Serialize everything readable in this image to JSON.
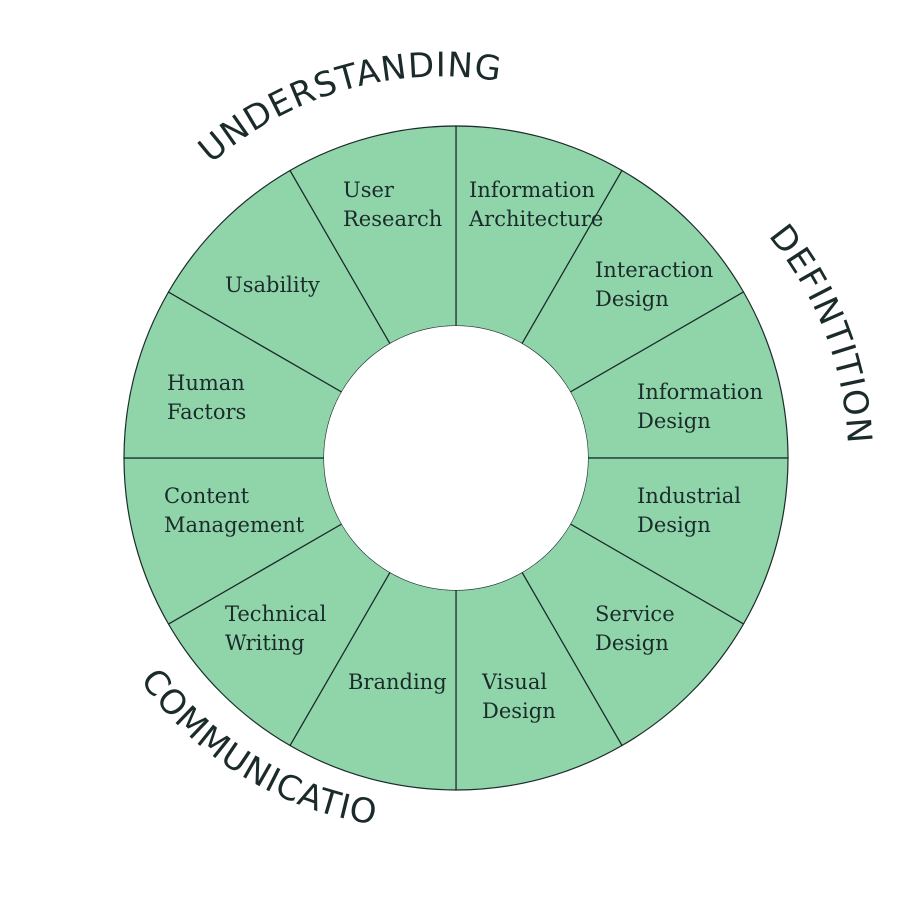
{
  "diagram": {
    "fill_color": "#90d5a9",
    "line_color": "#1b2b2b",
    "segments": [
      {
        "lines": [
          "Information",
          "Architecture"
        ]
      },
      {
        "lines": [
          "Interaction",
          "Design"
        ]
      },
      {
        "lines": [
          "Information",
          "Design"
        ]
      },
      {
        "lines": [
          "Industrial",
          "Design"
        ]
      },
      {
        "lines": [
          "Service",
          "Design"
        ]
      },
      {
        "lines": [
          "Visual",
          "Design"
        ]
      },
      {
        "lines": [
          "Branding"
        ]
      },
      {
        "lines": [
          "Technical",
          "Writing"
        ]
      },
      {
        "lines": [
          "Content",
          "Management"
        ]
      },
      {
        "lines": [
          "Human",
          "Factors"
        ]
      },
      {
        "lines": [
          "Usability"
        ]
      },
      {
        "lines": [
          "User",
          "Research"
        ]
      }
    ],
    "groups": {
      "understanding": "UNDERSTANDING",
      "definition": "DEFINTITION",
      "communication": "COMMUNICATION"
    }
  }
}
